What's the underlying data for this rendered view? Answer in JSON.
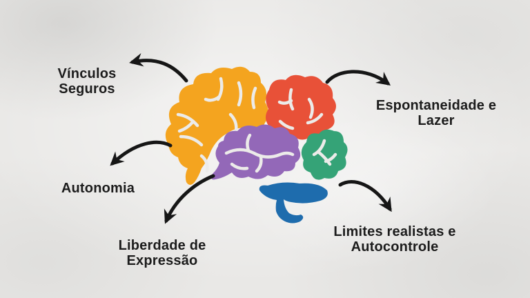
{
  "labels": {
    "vinculos": {
      "line1": "Vínculos",
      "line2": "Seguros"
    },
    "espontaneidade": {
      "line1": "Espontaneidade e",
      "line2": "Lazer"
    },
    "autonomia": {
      "line1": "Autonomia"
    },
    "liberdade": {
      "line1": "Liberdade de",
      "line2": "Expressão"
    },
    "limites": {
      "line1": "Limites realistas e",
      "line2": "Autocontrole"
    }
  },
  "brain": {
    "regions": [
      {
        "name": "frontal-lobe",
        "color": "#F4A41F"
      },
      {
        "name": "parietal-lobe",
        "color": "#E85138"
      },
      {
        "name": "occipital-lobe",
        "color": "#35A377"
      },
      {
        "name": "temporal-lobe",
        "color": "#9368B8"
      },
      {
        "name": "cerebellum-stem",
        "color": "#1E6CAD"
      }
    ]
  },
  "colors": {
    "background": "#E9E8E6",
    "text": "#1C1C1C",
    "arrow": "#161616",
    "sulci": "#ECEBE9"
  }
}
